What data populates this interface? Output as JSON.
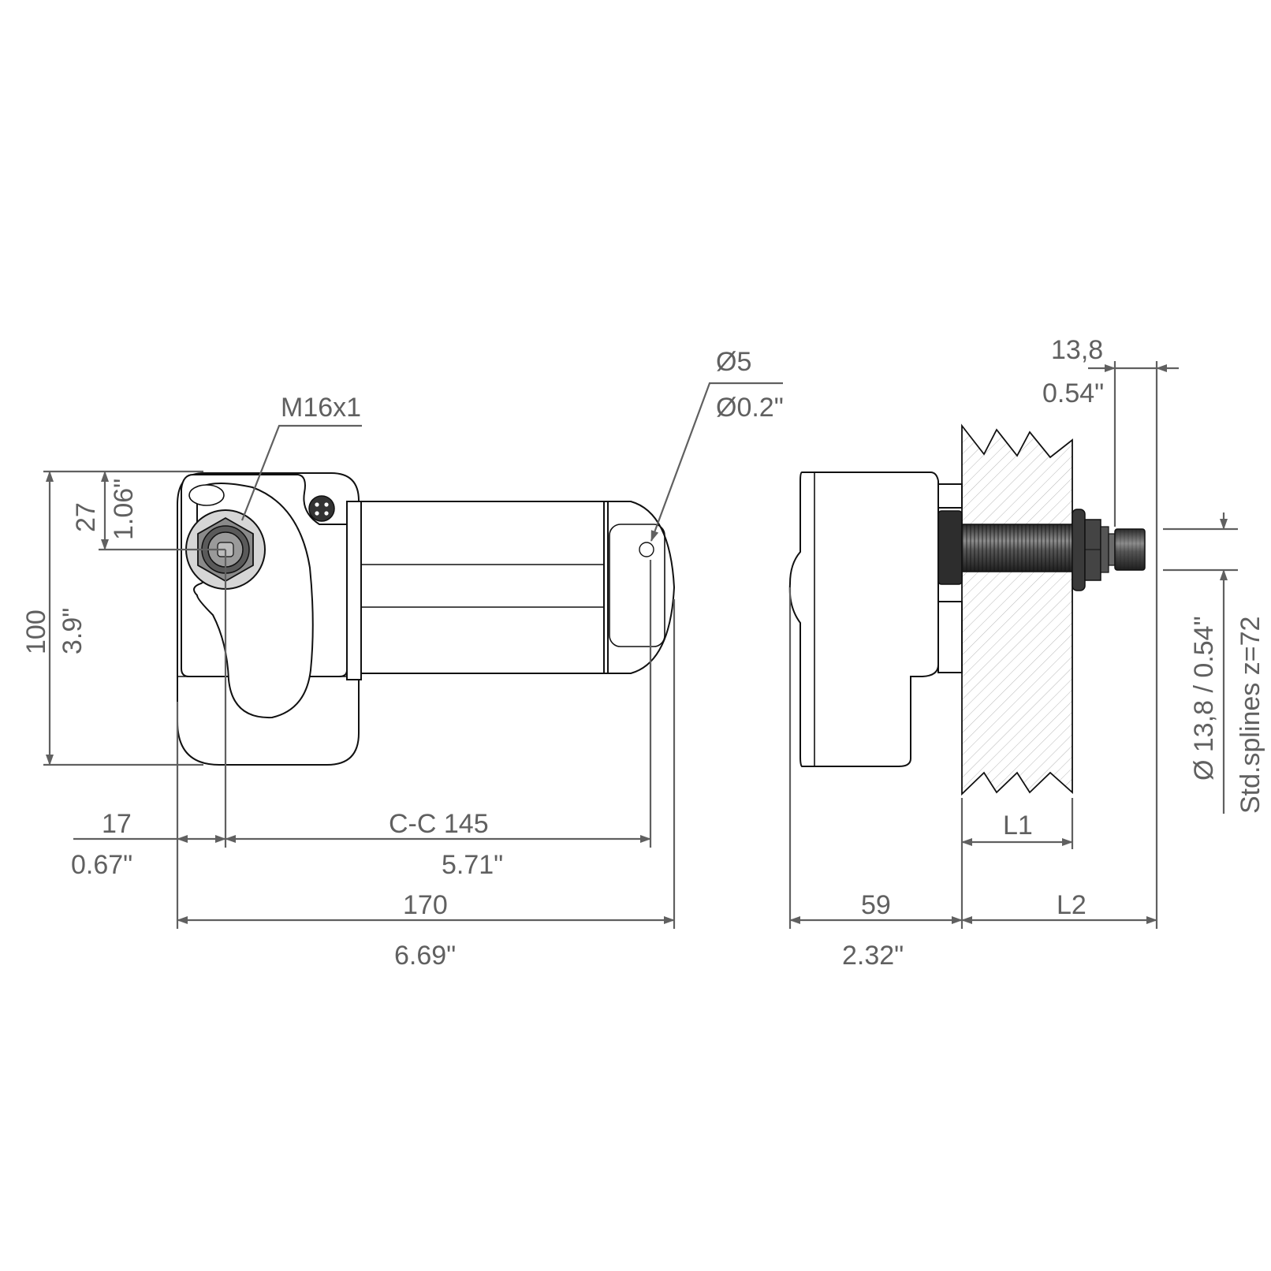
{
  "drawing": {
    "subject": "Wiper motor dimensional drawing",
    "colors": {
      "dimension": "#606060",
      "outline": "#111111",
      "background": "#ffffff",
      "hatch": "#b8b8b8"
    }
  },
  "front_view": {
    "callouts": {
      "thread": "M16x1",
      "hole_mm": "Ø5",
      "hole_in": "Ø0.2\""
    },
    "dimensions": {
      "height_mm": "100",
      "height_in": "3.9\"",
      "shaft_offset_mm": "27",
      "shaft_offset_in": "1.06\"",
      "left_offset_mm": "17",
      "left_offset_in": "0.67\"",
      "center_to_center_mm": "C-C 145",
      "center_to_center_in": "5.71\"",
      "overall_length_mm": "170",
      "overall_length_in": "6.69\""
    }
  },
  "side_view": {
    "dimensions": {
      "spline_length_mm": "13,8",
      "spline_length_in": "0.54\"",
      "spline_diameter": "Ø 13,8 / 0.54\"",
      "spline_spec": "Std.splines z=72",
      "wall_thickness": "L1",
      "shaft_length": "L2",
      "body_depth_mm": "59",
      "body_depth_in": "2.32\""
    }
  }
}
